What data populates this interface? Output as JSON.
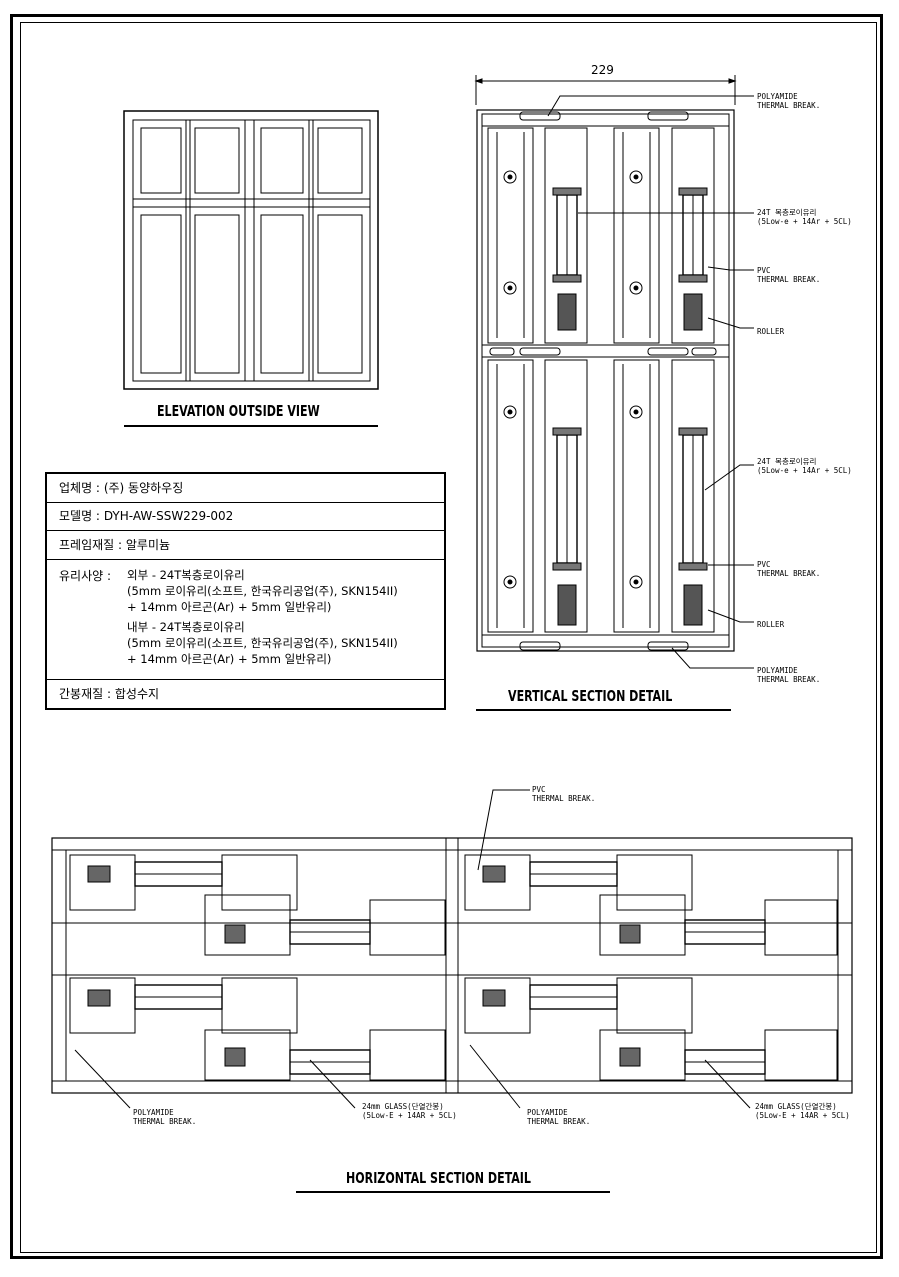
{
  "elevation": {
    "title": "ELEVATION OUTSIDE VIEW"
  },
  "vertical": {
    "title": "VERTICAL SECTION DETAIL",
    "dimension": "229",
    "callouts": {
      "polyamide_top_1": "POLYAMIDE",
      "polyamide_top_2": "THERMAL BREAK.",
      "glass_top_1": "24T 복층로이유리",
      "glass_top_2": "(5Low-e + 14Ar + 5CL)",
      "pvc_top_1": "PVC",
      "pvc_top_2": "THERMAL BREAK.",
      "roller_top": "ROLLER",
      "glass_bottom_1": "24T 복층로이유리",
      "glass_bottom_2": "(5Low-e + 14Ar + 5CL)",
      "pvc_bottom_1": "PVC",
      "pvc_bottom_2": "THERMAL BREAK.",
      "roller_bottom": "ROLLER",
      "polyamide_bottom_1": "POLYAMIDE",
      "polyamide_bottom_2": "THERMAL BREAK."
    }
  },
  "horizontal": {
    "title": "HORIZONTAL SECTION DETAIL",
    "callouts": {
      "pvc_1": "PVC",
      "pvc_2": "THERMAL BREAK.",
      "poly_left_1": "POLYAMIDE",
      "poly_left_2": "THERMAL BREAK.",
      "glass_left_1": "24mm GLASS(단열간봉)",
      "glass_left_2": "(5Low-E + 14AR + 5CL)",
      "poly_mid_1": "POLYAMIDE",
      "poly_mid_2": "THERMAL BREAK.",
      "glass_right_1": "24mm GLASS(단열간봉)",
      "glass_right_2": "(5Low-E + 14AR + 5CL)"
    }
  },
  "spec": {
    "company_label": "업체명 :",
    "company_value": "(주) 동양하우징",
    "model_label": "모델명 :",
    "model_value": "DYH-AW-SSW229-002",
    "frame_label": "프레임재질 :",
    "frame_value": "알루미늄",
    "glass_label": "유리사양 :",
    "glass_outer_1": "외부 - 24T복층로이유리",
    "glass_outer_2": "(5mm 로이유리(소프트, 한국유리공업(주), SKN154II)",
    "glass_outer_3": "+ 14mm 아르곤(Ar) + 5mm 일반유리)",
    "glass_inner_1": "내부 - 24T복층로이유리",
    "glass_inner_2": "(5mm 로이유리(소프트, 한국유리공업(주), SKN154II)",
    "glass_inner_3": "+ 14mm 아르곤(Ar) + 5mm 일반유리)",
    "spacer_label": "간봉재질 :",
    "spacer_value": "합성수지"
  }
}
